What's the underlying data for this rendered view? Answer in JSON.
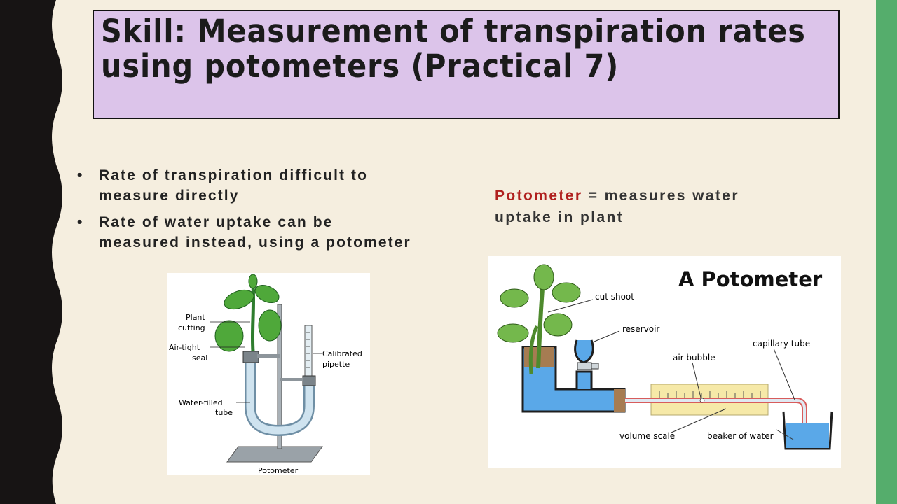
{
  "slide": {
    "title_line1": "Skill: Measurement of transpiration rates",
    "title_line2": "using potometers (Practical 7)"
  },
  "bullets": [
    {
      "marker": "•",
      "line1": "Rate of transpiration difficult to",
      "line2": "measure directly"
    },
    {
      "marker": "•",
      "line1": "Rate of water uptake can be",
      "line2": "measured instead, using a potometer"
    }
  ],
  "definition": {
    "term": "Potometer",
    "rest_line1": " = measures water",
    "line2": "uptake in plant"
  },
  "figure1": {
    "labels": {
      "plant_cutting_1": "Plant",
      "plant_cutting_2": "cutting",
      "air_tight_1": "Air-tight",
      "air_tight_2": "seal",
      "water_filled_1": "Water-filled",
      "water_filled_2": "tube",
      "calibrated_1": "Calibrated",
      "calibrated_2": "pipette",
      "caption": "Potometer"
    }
  },
  "figure2": {
    "title": "A Potometer",
    "labels": {
      "cut_shoot": "cut shoot",
      "reservoir": "reservoir",
      "air_bubble": "air bubble",
      "capillary_tube": "capillary tube",
      "volume_scale": "volume scale",
      "beaker_of_water": "beaker of water"
    }
  },
  "colors": {
    "background": "#f5eedf",
    "title_box": "#dcc4ea",
    "right_band": "#55ad6c",
    "left_band": "#171414",
    "term": "#b0201e"
  }
}
